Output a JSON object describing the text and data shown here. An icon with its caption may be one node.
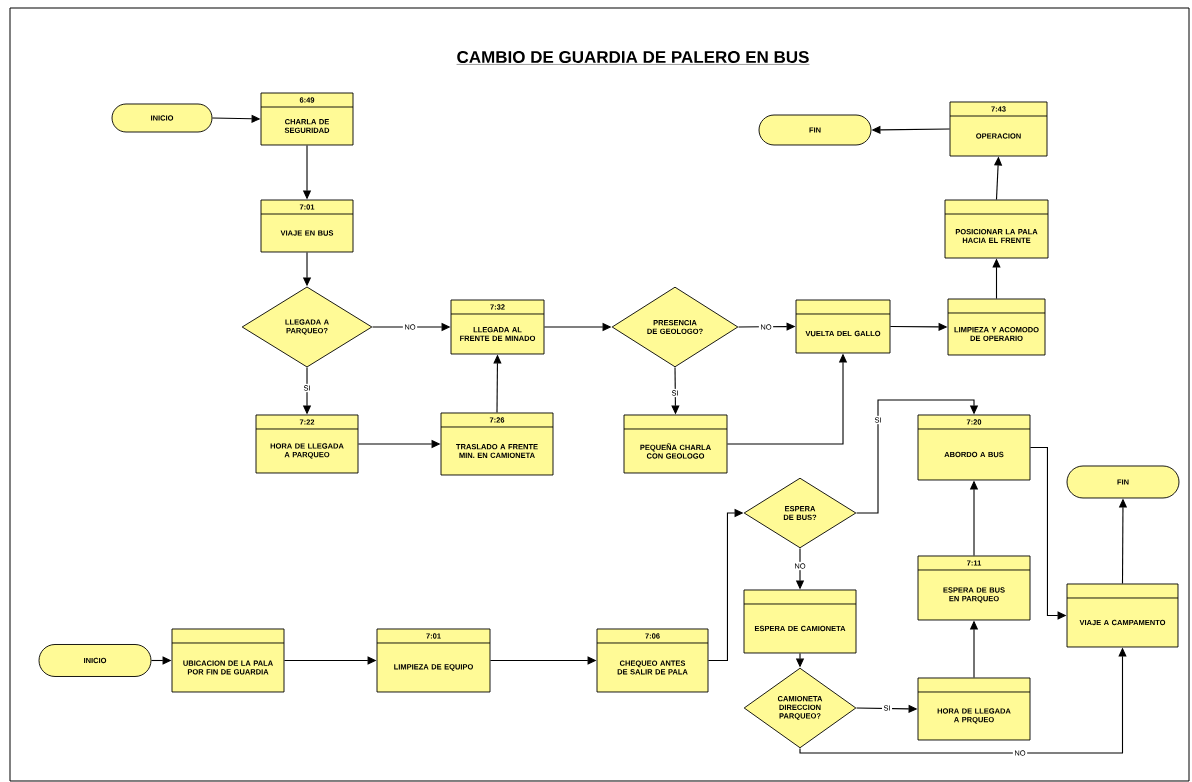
{
  "diagram": {
    "title": "CAMBIO DE GUARDIA DE PALERO EN BUS",
    "nodes": [
      {
        "text": [
          "INICIO"
        ]
      },
      {
        "text": [
          "6:49",
          "CHARLA DE SEGURIDAD"
        ]
      },
      {
        "text": [
          "7:01",
          "VIAJE EN BUS"
        ]
      },
      {
        "text": [
          "LLEGADA A PARQUEO?"
        ]
      },
      {
        "text": [
          "7:32",
          "LLEGADA AL FRENTE DE MINADO"
        ]
      },
      {
        "text": [
          "PRESENCIA DE GEOLOGO?"
        ]
      },
      {
        "text": [
          "VUELTA DEL GALLO"
        ]
      },
      {
        "text": [
          "LIMPIEZA Y ACOMODO DE OPERARIO"
        ]
      },
      {
        "text": [
          "POSICIONAR LA PALA HACIA EL FRENTE"
        ]
      },
      {
        "text": [
          "7:43",
          "OPERACION"
        ]
      },
      {
        "text": [
          "FIN"
        ]
      },
      {
        "text": [
          "7:22",
          "HORA DE LLEGADA A PARQUEO"
        ]
      },
      {
        "text": [
          "7:26",
          "TRASLADO A FRENTE MIN. EN CAMIONETA"
        ]
      },
      {
        "text": [
          "PEQUEÑA CHARLA CON GEOLOGO"
        ]
      },
      {
        "text": [
          "7:20",
          "ABORDO A BUS"
        ]
      },
      {
        "text": [
          "ESPERA DE BUS?"
        ]
      },
      {
        "text": [
          "FIN"
        ]
      },
      {
        "text": [
          "7:11",
          "ESPERA DE BUS EN PARQUEO"
        ]
      },
      {
        "text": [
          "ESPERA DE CAMIONETA"
        ]
      },
      {
        "text": [
          "VIAJE A CAMPAMENTO"
        ]
      },
      {
        "text": [
          "INICIO"
        ]
      },
      {
        "text": [
          "UBICACION DE LA PALA POR FIN DE GUARDIA"
        ]
      },
      {
        "text": [
          "7:01",
          "LIMPIEZA DE EQUIPO"
        ]
      },
      {
        "text": [
          "7:06",
          "CHEQUEO ANTES DE SALIR DE PALA"
        ]
      },
      {
        "text": [
          "CAMIONETA DIRECCION PARQUEO?"
        ]
      },
      {
        "text": [
          "HORA DE LLEGADA A PRQUEO"
        ]
      }
    ],
    "edges": [
      {
        "from": 0,
        "to": 1,
        "arrow": "to"
      },
      {
        "from": 1,
        "to": 2,
        "arrow": "to"
      },
      {
        "from": 2,
        "to": 3,
        "arrow": "to"
      },
      {
        "from": 3,
        "to": 4,
        "arrow": "to",
        "label": "NO"
      },
      {
        "from": 3,
        "to": 11,
        "arrow": "to",
        "label": "SI"
      },
      {
        "from": 11,
        "to": 12,
        "arrow": "to"
      },
      {
        "from": 12,
        "to": 4,
        "arrow": "to"
      },
      {
        "from": 4,
        "to": 5,
        "arrow": "to"
      },
      {
        "from": 5,
        "to": 6,
        "arrow": "to",
        "label": "NO"
      },
      {
        "from": 5,
        "to": 13,
        "arrow": "to",
        "label": "SI"
      },
      {
        "from": 13,
        "to": 6,
        "arrow": "to"
      },
      {
        "from": 6,
        "to": 7,
        "arrow": "to"
      },
      {
        "from": 7,
        "to": 8,
        "arrow": "to"
      },
      {
        "from": 8,
        "to": 9,
        "arrow": "to"
      },
      {
        "from": 9,
        "to": 10,
        "arrow": "to"
      },
      {
        "from": 20,
        "to": 21,
        "arrow": "to"
      },
      {
        "from": 21,
        "to": 22,
        "arrow": "to"
      },
      {
        "from": 22,
        "to": 23,
        "arrow": "to"
      },
      {
        "from": 23,
        "to": 15,
        "arrow": "to"
      },
      {
        "from": 15,
        "to": 14,
        "arrow": "to",
        "label": "SI"
      },
      {
        "from": 15,
        "to": 18,
        "arrow": "to",
        "label": "NO"
      },
      {
        "from": 18,
        "to": 24,
        "arrow": "to"
      },
      {
        "from": 24,
        "to": 25,
        "arrow": "to",
        "label": "SI"
      },
      {
        "from": 25,
        "to": 17,
        "arrow": "to"
      },
      {
        "from": 17,
        "to": 14,
        "arrow": "to"
      },
      {
        "from": 14,
        "to": 19,
        "arrow": "to"
      },
      {
        "from": 19,
        "to": 16,
        "arrow": "to"
      },
      {
        "from": 24,
        "to": 19,
        "arrow": "to",
        "label": "NO"
      }
    ]
  }
}
